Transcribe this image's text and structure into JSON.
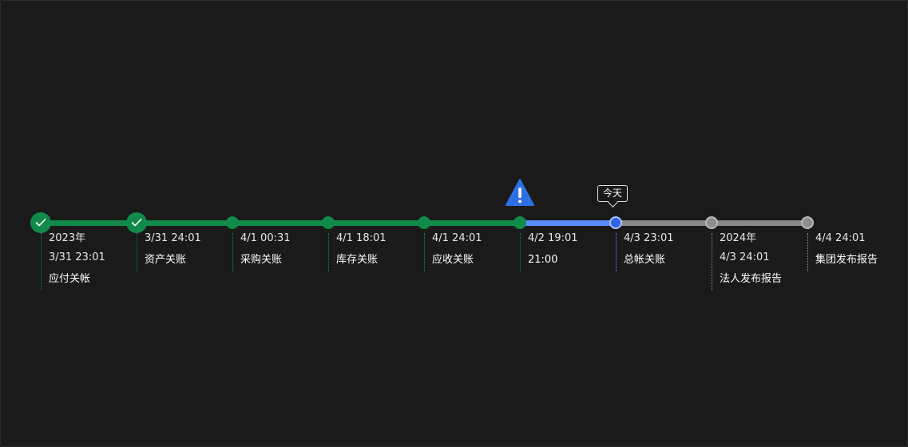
{
  "colors": {
    "done": "#128a4a",
    "current": "#5a8cff",
    "future": "#8a8a8a",
    "warning": "#2f6fe6",
    "background": "#1a1a1a"
  },
  "today_tag": "今天",
  "milestones": [
    {
      "status": "done",
      "icon": "check-icon",
      "lines": [
        "2023年",
        "3/31 23:01"
      ],
      "name": "应付关帐"
    },
    {
      "status": "done",
      "icon": "check-icon",
      "lines": [
        "3/31 24:01"
      ],
      "name": "资产关账"
    },
    {
      "status": "done",
      "lines": [
        "4/1 00:31"
      ],
      "name": "采购关账"
    },
    {
      "status": "done",
      "lines": [
        "4/1 18:01"
      ],
      "name": "库存关账"
    },
    {
      "status": "done",
      "lines": [
        "4/1 24:01"
      ],
      "name": "应收关账"
    },
    {
      "status": "done",
      "icon": "warning-icon",
      "lines": [
        "4/2 19:01"
      ],
      "name": "21:00"
    },
    {
      "status": "today",
      "lines": [
        "4/3 23:01"
      ],
      "name": "总帐关账"
    },
    {
      "status": "future",
      "lines": [
        "2024年",
        "4/3 24:01"
      ],
      "name": "法人发布报告"
    },
    {
      "status": "future",
      "lines": [
        "4/4 24:01"
      ],
      "name": "集团发布报告"
    }
  ]
}
